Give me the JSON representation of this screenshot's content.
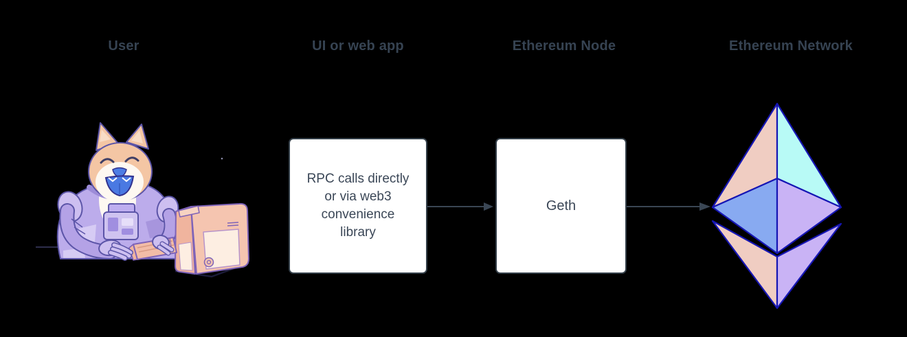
{
  "diagram": {
    "columns": [
      {
        "id": "user",
        "label": "User",
        "illustration": "doge-astronaut-at-computer-illustration"
      },
      {
        "id": "ui-web-app",
        "label": "UI or web app",
        "box_text": "RPC calls directly\nor via web3\nconvenience\nlibrary"
      },
      {
        "id": "ethereum-node",
        "label": "Ethereum Node",
        "box_text": "Geth"
      },
      {
        "id": "ethereum-network",
        "label": "Ethereum Network",
        "illustration": "ethereum-diamond-logo"
      }
    ],
    "connections": [
      {
        "from": "ui-web-app",
        "to": "ethereum-node",
        "style": "solid-arrow-right"
      },
      {
        "from": "ethereum-node",
        "to": "ethereum-network",
        "style": "solid-arrow-right"
      }
    ],
    "colors": {
      "background": "#000000",
      "heading_text": "#364352",
      "box_fill": "#ffffff",
      "box_border": "#333e48",
      "arrow": "#3a4654",
      "eth_peach": "#f0cdc2",
      "eth_cyan": "#b8faf6",
      "eth_blue": "#88aaf1",
      "eth_purple": "#c9b3f5",
      "eth_outline": "#1616b4",
      "doge_fur": "#f4c6a4",
      "suit_lavender": "#bcaceb",
      "computer_peach": "#f2bca7"
    }
  }
}
